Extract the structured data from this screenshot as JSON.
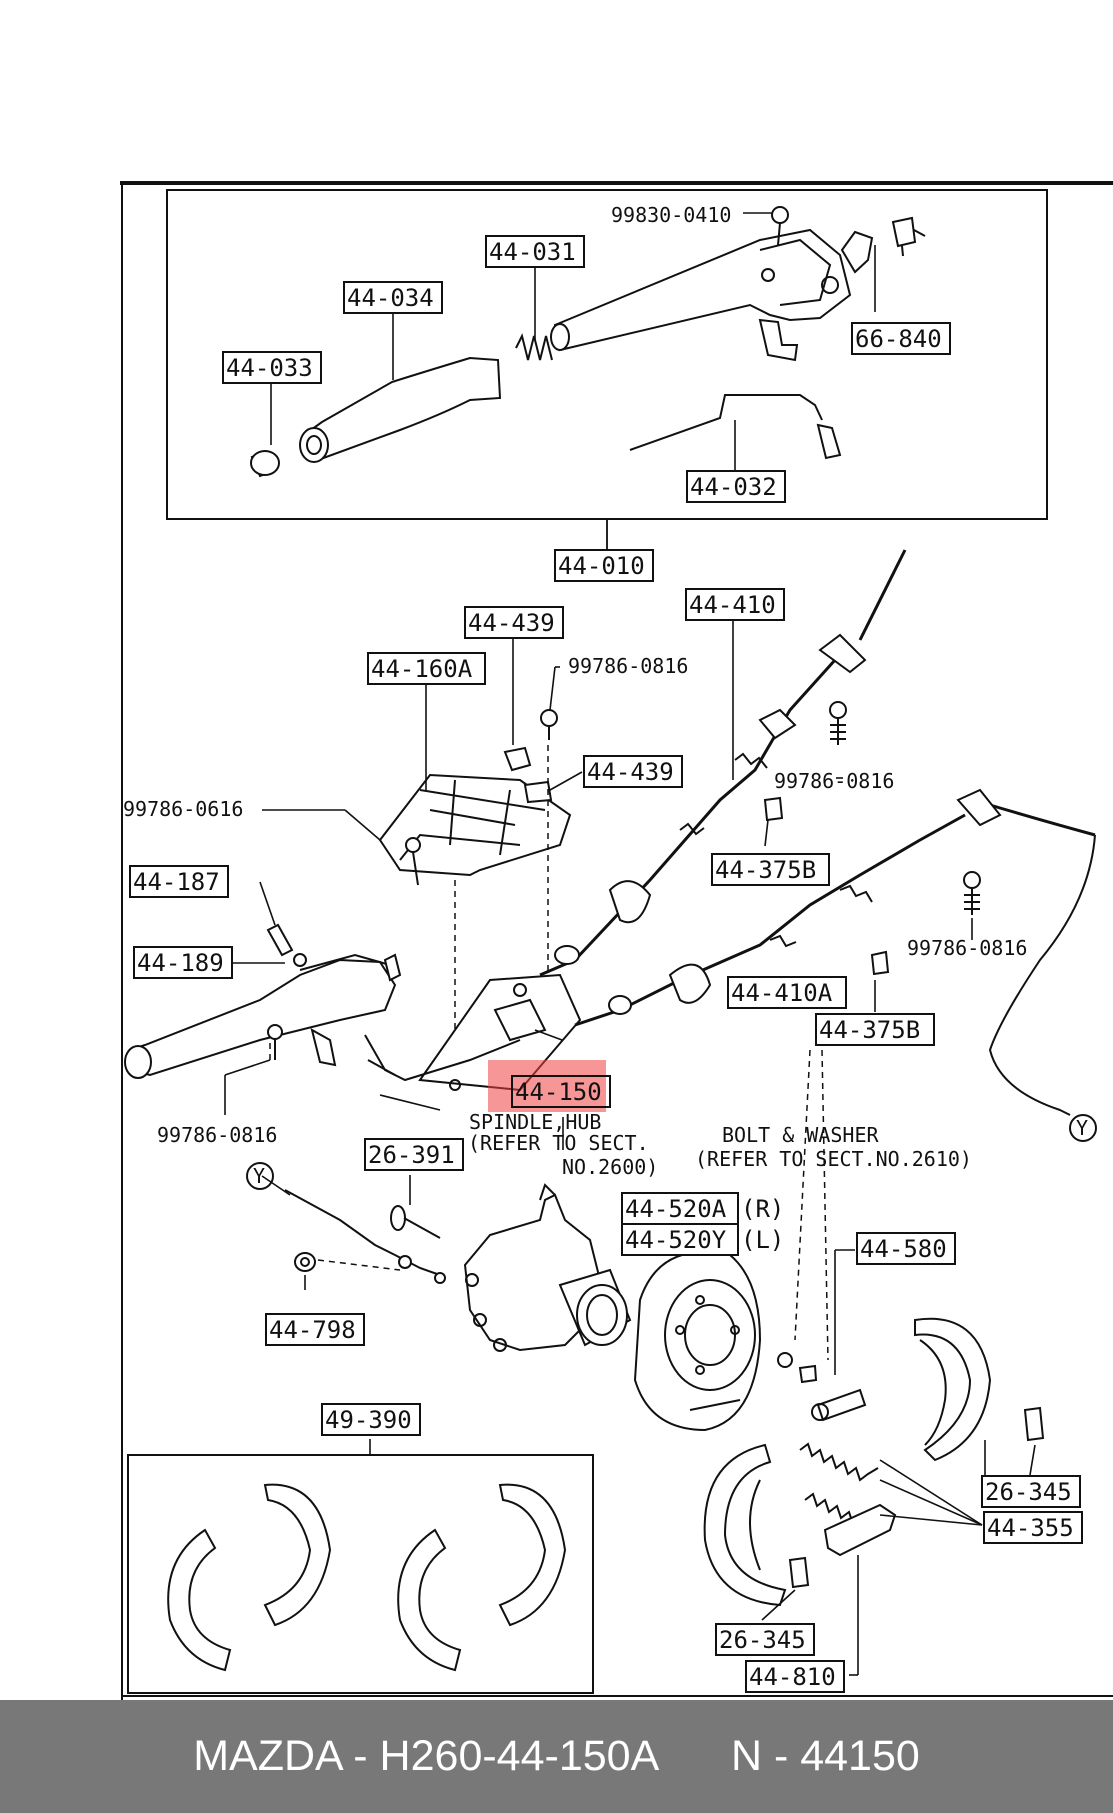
{
  "diagram": {
    "part_labels": {
      "p_44_031": "44-031",
      "p_44_034": "44-034",
      "p_44_033": "44-033",
      "p_66_840": "66-840",
      "p_44_032": "44-032",
      "p_44_010": "44-010",
      "p_44_439a": "44-439",
      "p_44_160A": "44-160A",
      "p_44_410": "44-410",
      "p_44_439b": "44-439",
      "p_44_187": "44-187",
      "p_44_375B_a": "44-375B",
      "p_44_189": "44-189",
      "p_44_410A": "44-410A",
      "p_44_375B_b": "44-375B",
      "p_44_150": "44-150",
      "p_26_391": "26-391",
      "p_44_520A": "44-520A",
      "p_44_520Y": "44-520Y",
      "p_44_580": "44-580",
      "p_44_798": "44-798",
      "p_49_390": "49-390",
      "p_26_345a": "26-345",
      "p_44_355": "44-355",
      "p_26_345b": "26-345",
      "p_44_810": "44-810"
    },
    "texts": {
      "bolt_99830_0410": "99830-0410",
      "bolt_99786_0816_a": "99786-0816",
      "bolt_99786_0816_b": "99786-0816",
      "bolt_99786_0616": "99786-0616",
      "bolt_99786_0816_c": "99786-0816",
      "bolt_99786_0816_d": "99786-0816",
      "spindle_line1": "SPINDLE,HUB",
      "spindle_line2": "(REFER TO SECT.",
      "spindle_line3": "NO.2600)",
      "bolt_line1": "BOLT & WASHER",
      "bolt_line2": "(REFER TO SECT.NO.2610)",
      "side_r": "(R)",
      "side_l": "(L)",
      "ref_y_a": "Y",
      "ref_y_b": "Y"
    },
    "highlight_color": "#f04040"
  },
  "footer": {
    "left": "MAZDA - H260-44-150A",
    "right": "N - 44150"
  }
}
